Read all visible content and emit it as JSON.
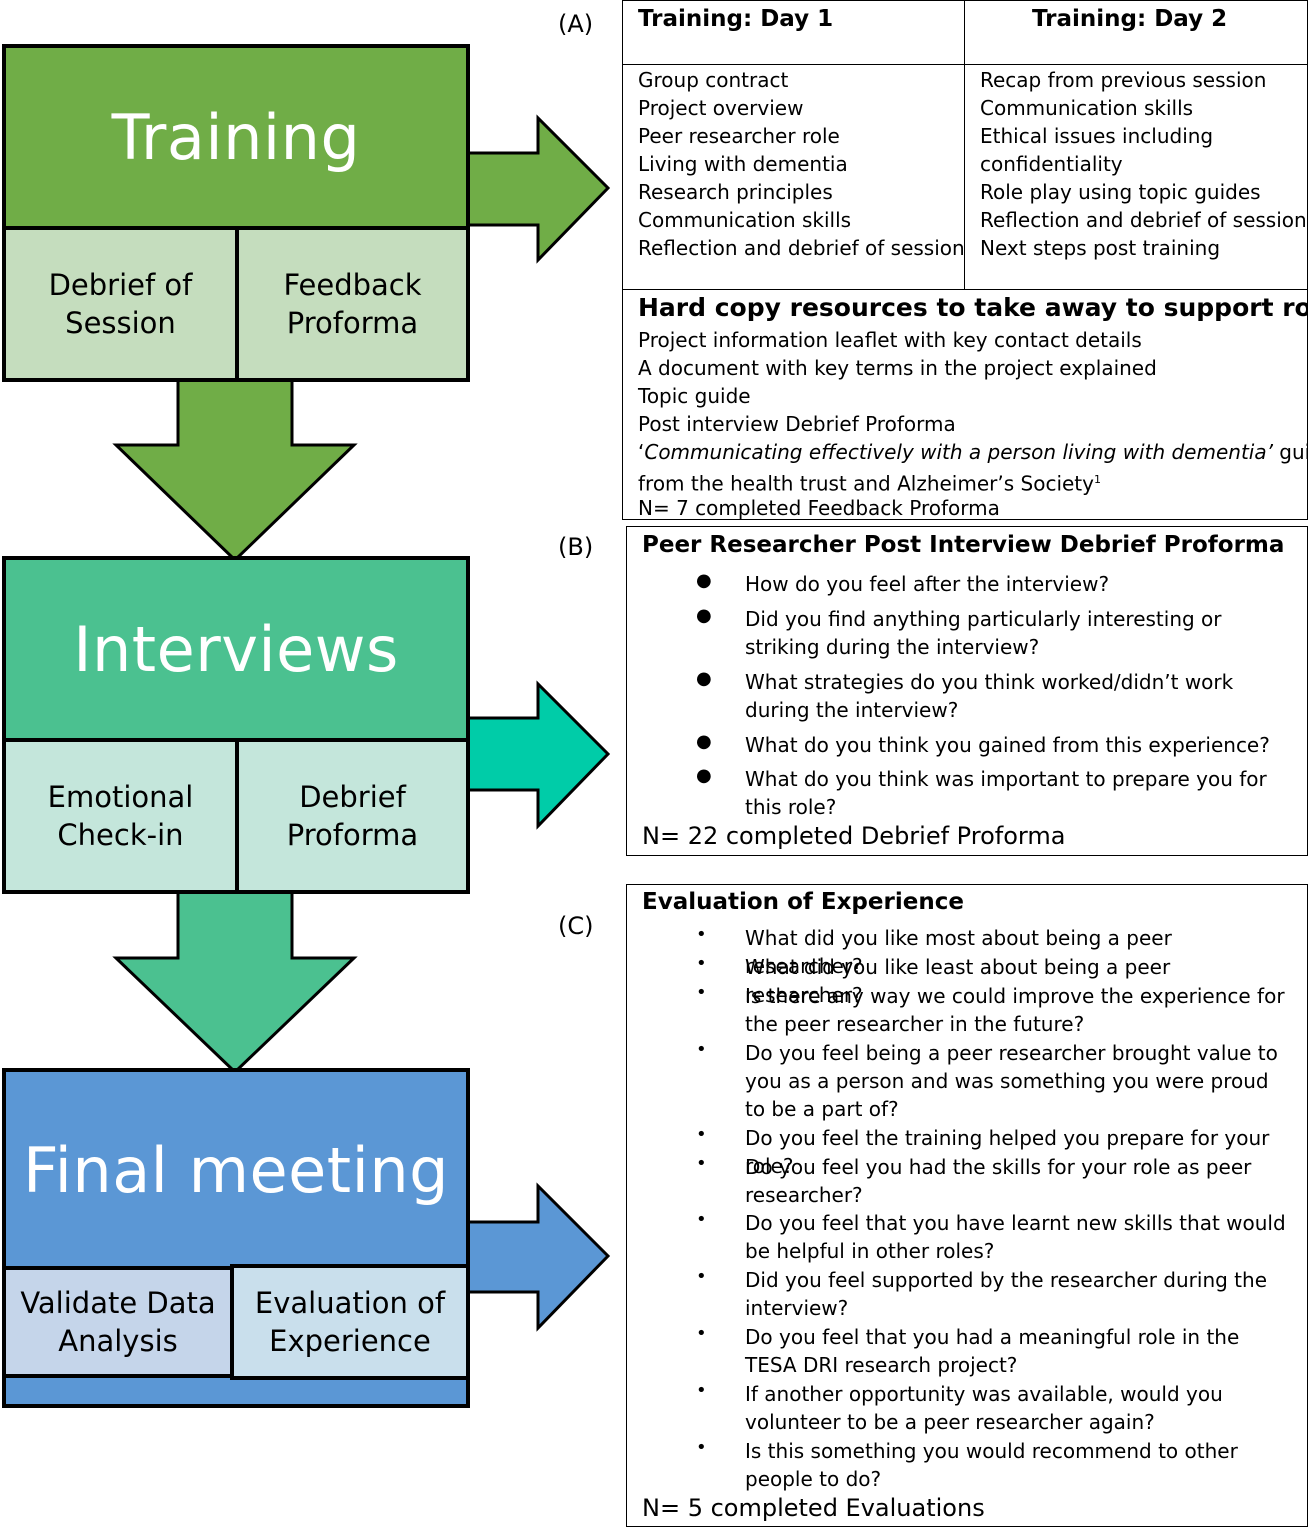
{
  "colors": {
    "training_dark": "#70AD47",
    "training_light": "#C5DDBE",
    "interviews_dark": "#4BC190",
    "interviews_light": "#C4E6DB",
    "interviews_arrow": "#00CCA8",
    "final_dark": "#5B97D5",
    "final_light_left": "#C5D5EA",
    "final_light_right": "#C9DFEC"
  },
  "flow": {
    "training": {
      "title": "Training",
      "left": [
        "Debrief of",
        "Session"
      ],
      "right": [
        "Feedback",
        "Proforma"
      ]
    },
    "interviews": {
      "title": "Interviews",
      "left": [
        "Emotional",
        "Check-in"
      ],
      "right": [
        "Debrief",
        "Proforma"
      ]
    },
    "final": {
      "title": "Final meeting",
      "left": [
        "Validate Data",
        "Analysis"
      ],
      "right": [
        "Evaluation of",
        "Experience"
      ]
    }
  },
  "labels": {
    "a": "(A)",
    "b": "(B)",
    "c": "(C)"
  },
  "panel_a": {
    "day1": {
      "heading": "Training: Day 1",
      "items": [
        "Group contract",
        "Project overview",
        "Peer researcher role",
        "Living with dementia",
        "Research principles",
        "Communication skills",
        "Reflection and debrief of session"
      ]
    },
    "day2": {
      "heading": "Training: Day 2",
      "items": [
        "Recap from previous session",
        "Communication skills",
        "Ethical issues including",
        "confidentiality",
        "Role play using topic guides",
        "Reflection and debrief of session",
        "Next steps post training"
      ]
    },
    "resources": {
      "heading": "Hard copy resources to take away to support role:",
      "items": [
        "Project information leaflet with key contact details",
        "A document with key terms in the project explained",
        "Topic guide",
        "Post interview Debrief Proforma"
      ],
      "guide_open_quote": "‘",
      "guide_italic": "Communicating effectively with a person living with dementia’",
      "guide_tail": " guide",
      "guide_line2": "from the health trust and Alzheimer’s Society",
      "guide_sup": "1",
      "count": "N= 7 completed Feedback Proforma"
    }
  },
  "panel_b": {
    "heading": "Peer Researcher Post Interview Debrief Proforma",
    "questions": [
      "How do you feel after the interview?",
      "Did you find anything particularly interesting or striking during the interview?",
      "What strategies do you think worked/didn’t work during the interview?",
      "What do you think you gained from this experience?",
      "What do you think was important to prepare you for this role?"
    ],
    "count": "N= 22 completed Debrief Proforma"
  },
  "panel_c": {
    "heading": "Evaluation of Experience",
    "questions": [
      "What did you like most about being a peer researcher?",
      "What did you like least about being a peer researcher?",
      "Is there any way we could improve the experience for the peer researcher in the future?",
      "Do you feel being a peer researcher brought value to you as a person and was something you were proud to be a part of?",
      "Do you feel the training helped you prepare for your role?",
      "Do you feel you had the skills for your role as peer researcher?",
      "Do you feel that you have learnt new skills that would be helpful in other roles?",
      "Did you feel supported by the researcher during the interview?",
      "Do you feel that you had a meaningful role in the TESA DRI research project?",
      "If another opportunity was available, would you volunteer to be a peer researcher again?",
      "Is this something you would recommend to other people to do?"
    ],
    "count": "N= 5 completed Evaluations"
  }
}
